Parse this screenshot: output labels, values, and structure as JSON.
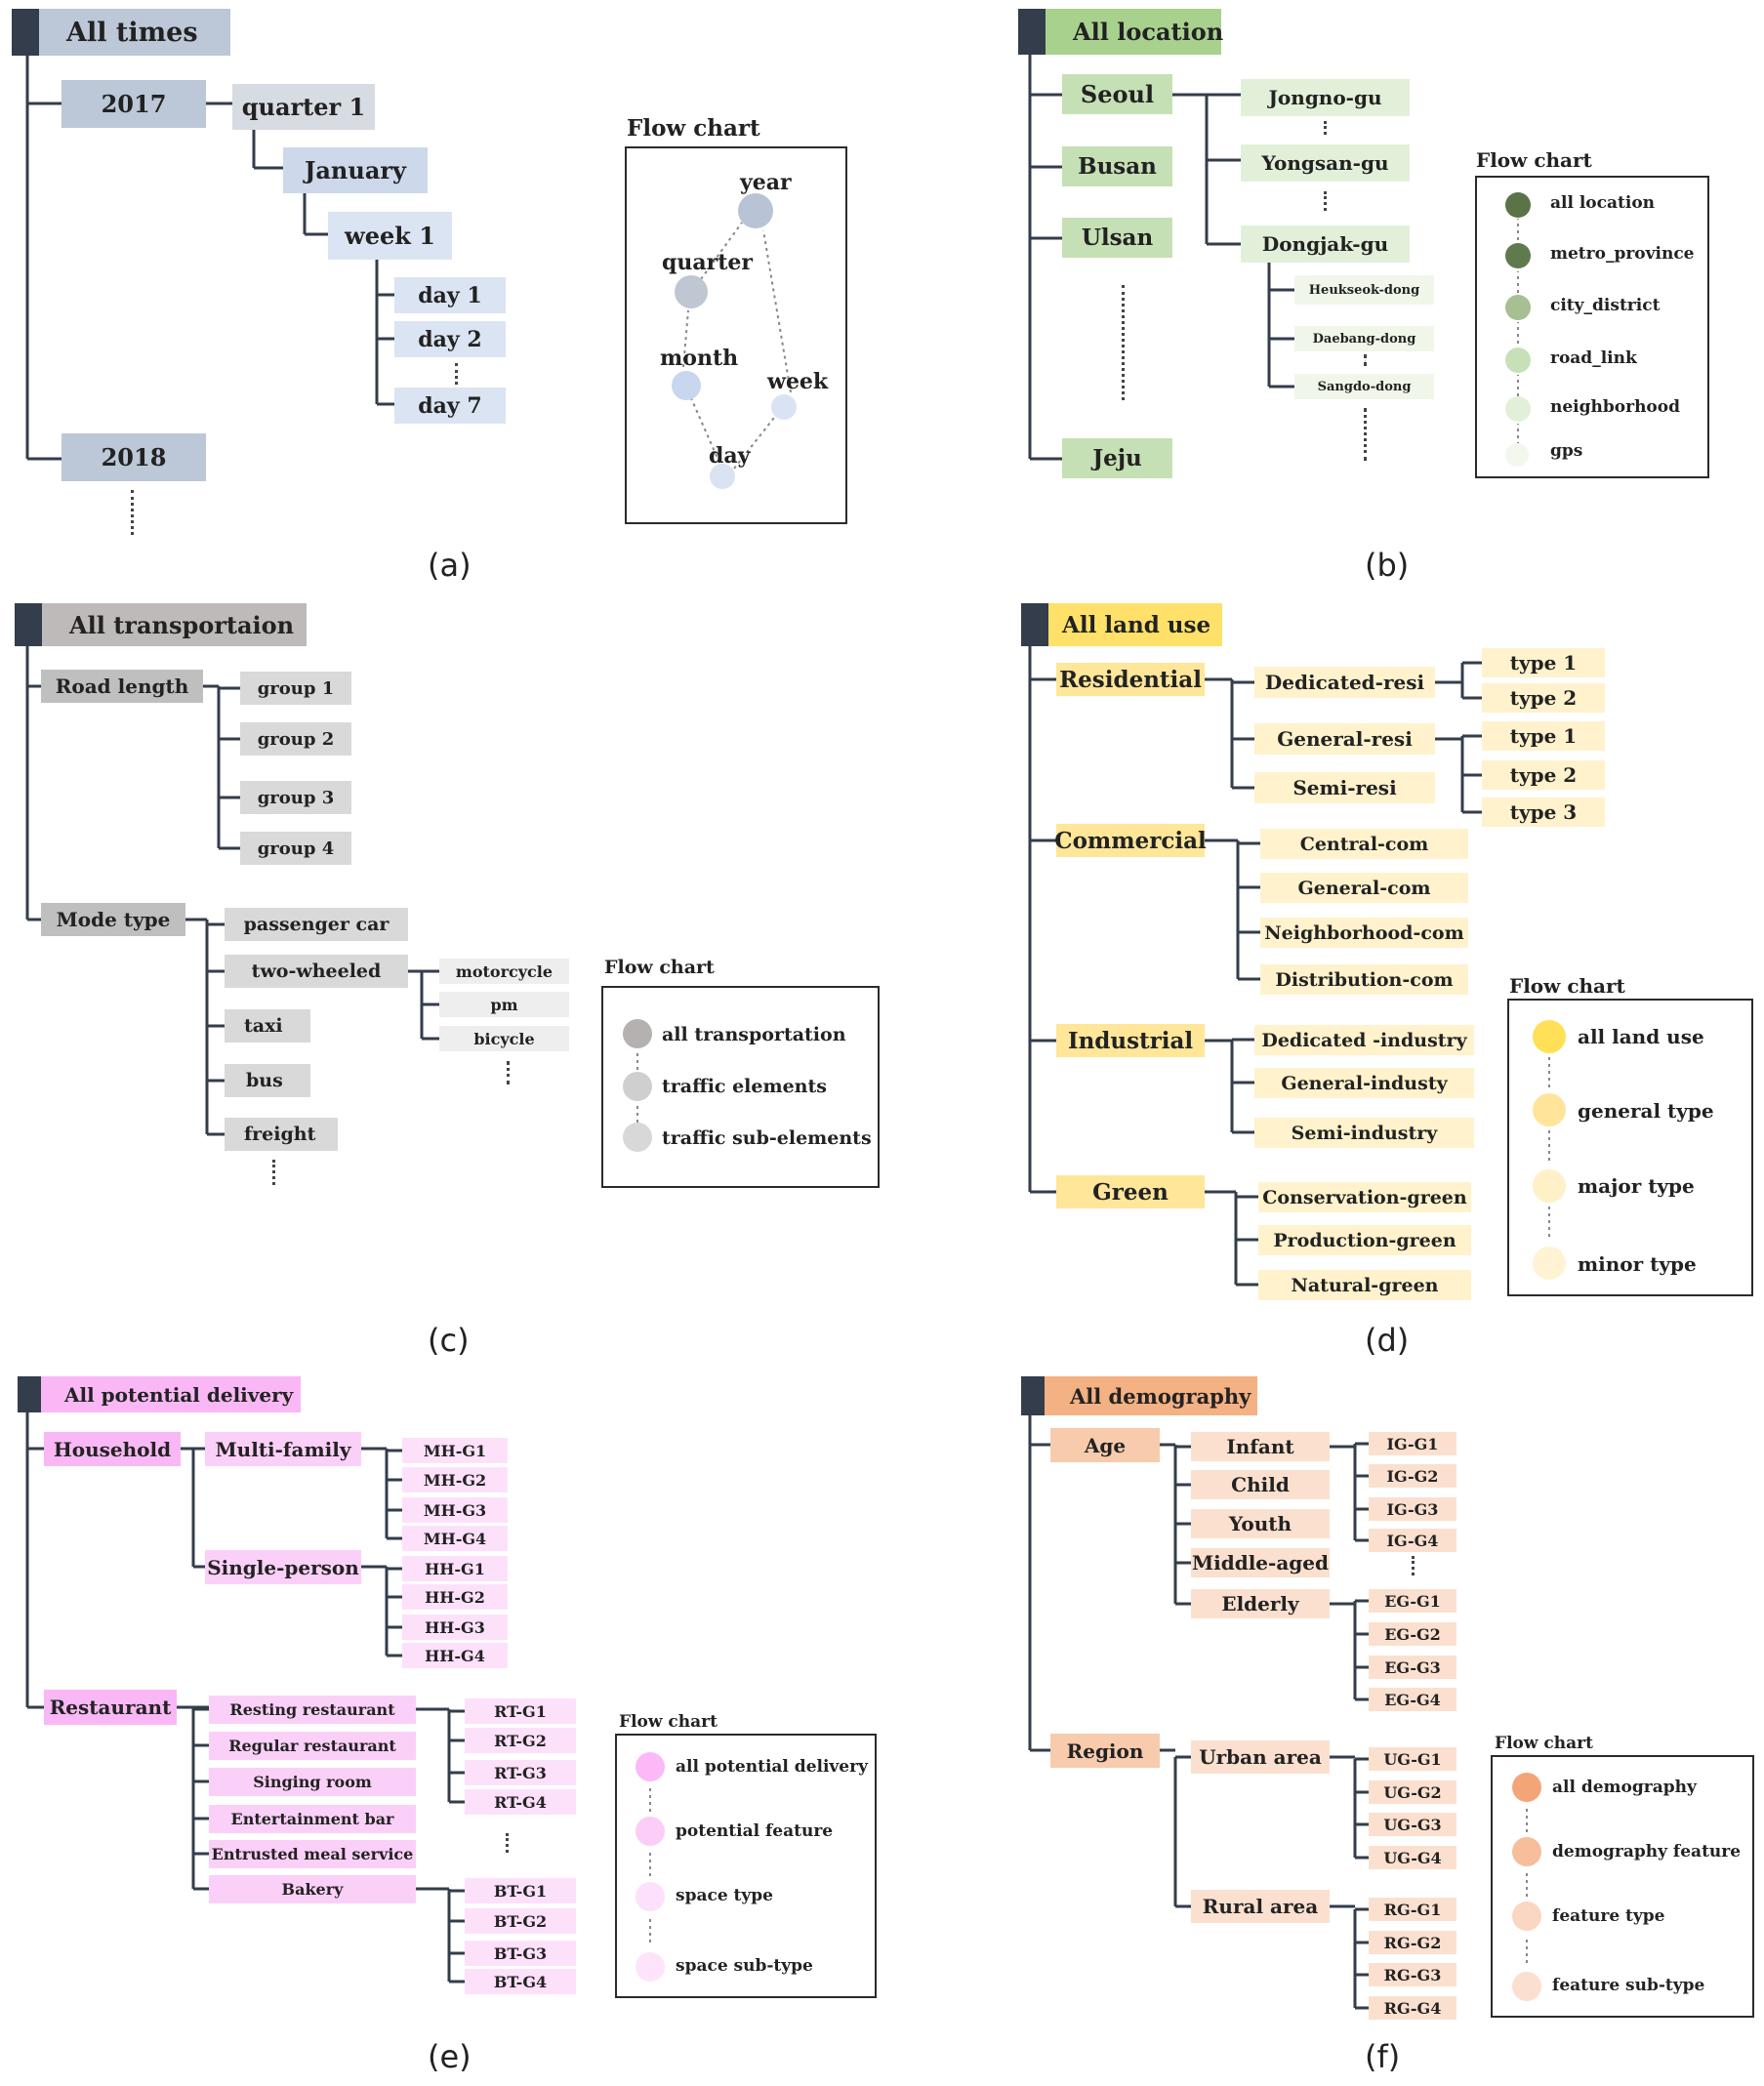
{
  "panel_a": {
    "header": "All times",
    "caption": "(a)",
    "nodes": {
      "y2017": "2017",
      "y2018": "2018",
      "quarter1": "quarter 1",
      "january": "January",
      "week1": "week 1",
      "day1": "day 1",
      "day2": "day 2",
      "day7": "day 7"
    },
    "flow": {
      "title": "Flow chart",
      "year": "year",
      "quarter": "quarter",
      "month": "month",
      "week": "week",
      "day": "day"
    }
  },
  "panel_b": {
    "header": "All location",
    "caption": "(b)",
    "provinces": [
      "Seoul",
      "Busan",
      "Ulsan",
      "Jeju"
    ],
    "districts": [
      "Jongno-gu",
      "Yongsan-gu",
      "Dongjak-gu"
    ],
    "dongs": [
      "Heukseok-dong",
      "Daebang-dong",
      "Sangdo-dong"
    ],
    "flow": {
      "title": "Flow chart",
      "items": [
        "all location",
        "metro_province",
        "city_district",
        "road_link",
        "neighborhood",
        "gps"
      ]
    }
  },
  "panel_c": {
    "header": "All transportaion",
    "caption": "(c)",
    "road_length": "Road length",
    "groups": [
      "group 1",
      "group 2",
      "group 3",
      "group 4"
    ],
    "mode_type": "Mode type",
    "modes": [
      "passenger car",
      "two-wheeled",
      "taxi",
      "bus",
      "freight"
    ],
    "two_wheeled": [
      "motorcycle",
      "pm",
      "bicycle"
    ],
    "flow": {
      "title": "Flow chart",
      "items": [
        "all transportation",
        "traffic elements",
        "traffic sub-elements"
      ]
    }
  },
  "panel_d": {
    "header": "All land use",
    "caption": "(d)",
    "categories": [
      "Residential",
      "Commercial",
      "Industrial",
      "Green"
    ],
    "residential": [
      "Dedicated-resi",
      "General-resi",
      "Semi-resi"
    ],
    "dedicated_types": [
      "type 1",
      "type 2"
    ],
    "general_types": [
      "type 1",
      "type 2",
      "type 3"
    ],
    "commercial": [
      "Central-com",
      "General-com",
      "Neighborhood-com",
      "Distribution-com"
    ],
    "industrial": [
      "Dedicated -industry",
      "General-industy",
      "Semi-industry"
    ],
    "green": [
      "Conservation-green",
      "Production-green",
      "Natural-green"
    ],
    "flow": {
      "title": "Flow chart",
      "items": [
        "all land use",
        "general type",
        "major type",
        "minor type"
      ]
    }
  },
  "panel_e": {
    "header": "All potential delivery",
    "caption": "(e)",
    "household": "Household",
    "multi_family": "Multi-family",
    "single_person": "Single-person",
    "mh": [
      "MH-G1",
      "MH-G2",
      "MH-G3",
      "MH-G4"
    ],
    "hh": [
      "HH-G1",
      "HH-G2",
      "HH-G3",
      "HH-G4"
    ],
    "restaurant": "Restaurant",
    "restaurant_types": [
      "Resting restaurant",
      "Regular restaurant",
      "Singing room",
      "Entertainment bar",
      "Entrusted meal service",
      "Bakery"
    ],
    "rt": [
      "RT-G1",
      "RT-G2",
      "RT-G3",
      "RT-G4"
    ],
    "bt": [
      "BT-G1",
      "BT-G2",
      "BT-G3",
      "BT-G4"
    ],
    "flow": {
      "title": "Flow chart",
      "items": [
        "all potential delivery",
        "potential feature",
        "space type",
        "space sub-type"
      ]
    }
  },
  "panel_f": {
    "header": "All demography",
    "caption": "(f)",
    "age": "Age",
    "age_groups": [
      "Infant",
      "Child",
      "Youth",
      "Middle-aged",
      "Elderly"
    ],
    "ig": [
      "IG-G1",
      "IG-G2",
      "IG-G3",
      "IG-G4"
    ],
    "eg": [
      "EG-G1",
      "EG-G2",
      "EG-G3",
      "EG-G4"
    ],
    "region": "Region",
    "urban": "Urban area",
    "rural": "Rural area",
    "ug": [
      "UG-G1",
      "UG-G2",
      "UG-G3",
      "UG-G4"
    ],
    "rg": [
      "RG-G1",
      "RG-G2",
      "RG-G3",
      "RG-G4"
    ],
    "flow": {
      "title": "Flow chart",
      "items": [
        "all demography",
        "demography feature",
        "feature type",
        "feature sub-type"
      ]
    }
  },
  "colors": {
    "time": "#bcc7d7",
    "time_light": "#cdd8eb",
    "time_lighter": "#dbe4f3",
    "location": "#a9d18e",
    "location_light": "#c5e0b4",
    "location_lighter": "#e2f0d9",
    "transport": "#bfbfbf",
    "transport_light": "#d9d9d9",
    "transport_lighter": "#eeeeee",
    "landuse": "#ffe169",
    "landuse_light": "#ffe699",
    "landuse_lighter": "#fff2cc",
    "delivery": "#f9b8f5",
    "delivery_light": "#fbd0f8",
    "delivery_lighter": "#fde1fb",
    "demography": "#f4b183",
    "demography_light": "#f8cbad",
    "demography_lighter": "#fbe0cf"
  }
}
